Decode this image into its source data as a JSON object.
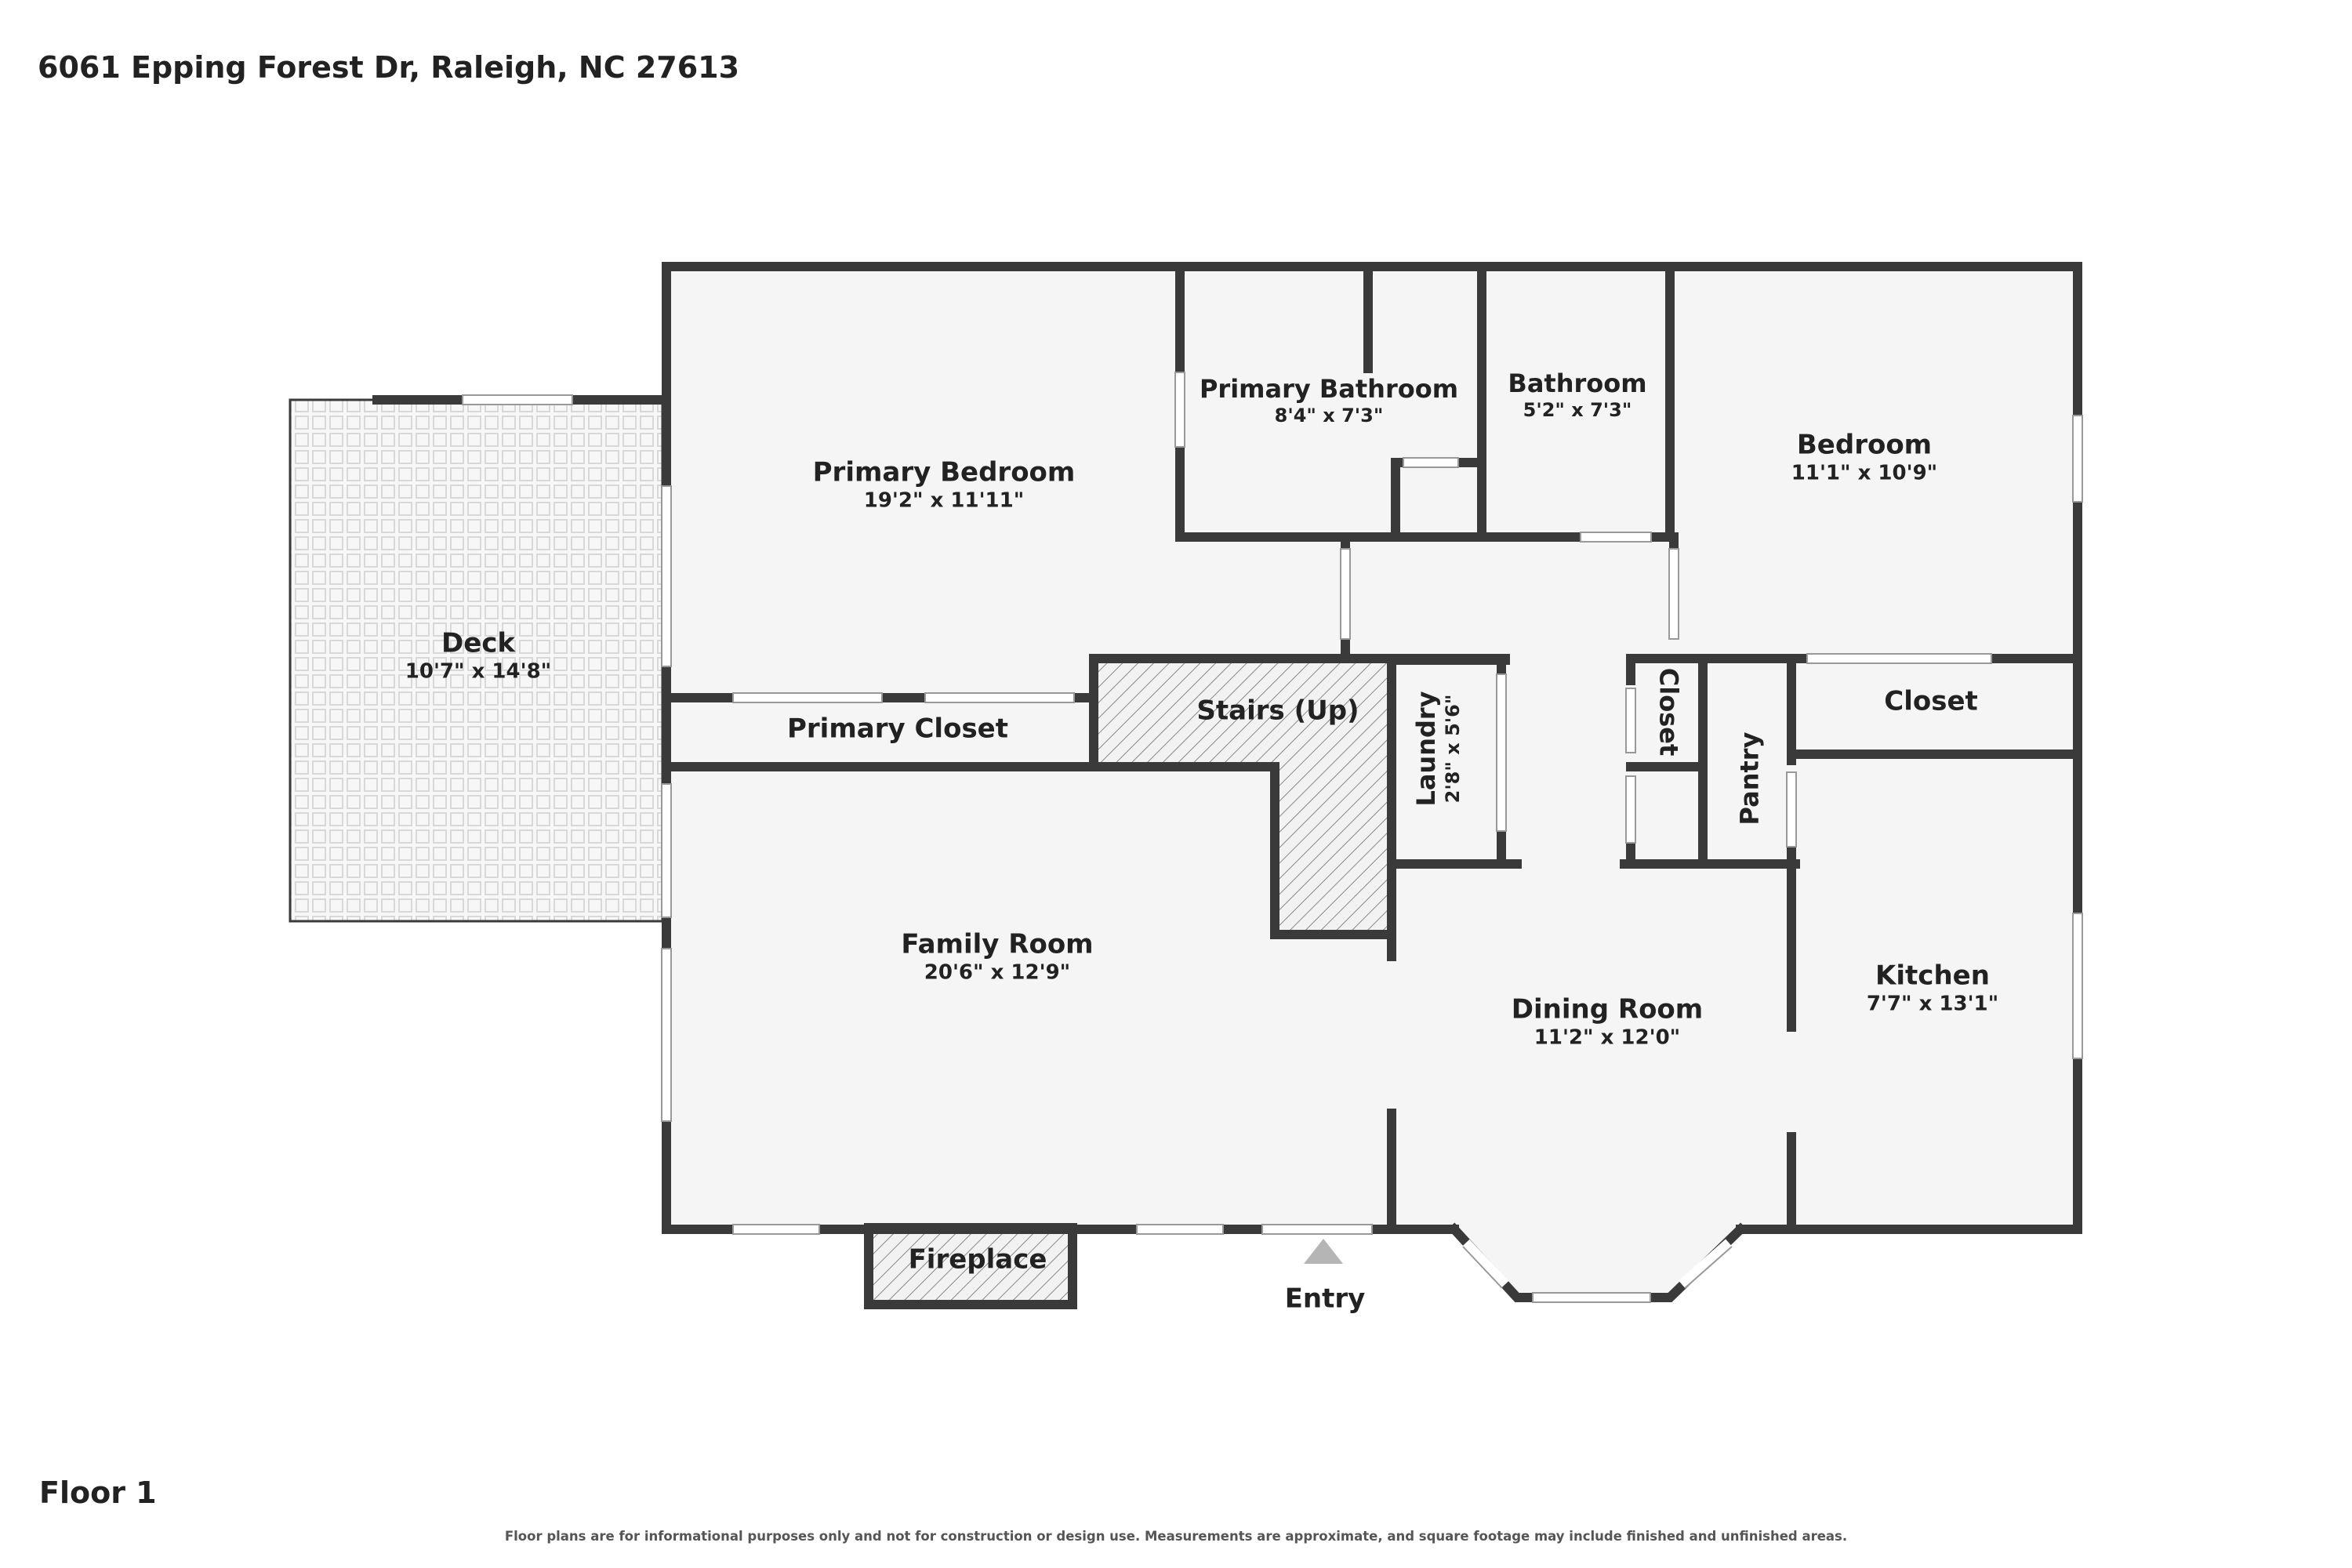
{
  "header": {
    "address": "6061 Epping Forest Dr, Raleigh, NC 27613"
  },
  "floor": {
    "label": "Floor 1"
  },
  "footer": {
    "disclaimer": "Floor plans are for informational purposes only and not for construction or design use. Measurements are approximate, and square footage may include finished and unfinished areas."
  },
  "rooms": {
    "primary_bedroom": {
      "name": "Primary Bedroom",
      "dims": "19'2\" x 11'11\""
    },
    "primary_bathroom": {
      "name": "Primary Bathroom",
      "dims": "8'4\" x 7'3\""
    },
    "bathroom": {
      "name": "Bathroom",
      "dims": "5'2\" x 7'3\""
    },
    "bedroom": {
      "name": "Bedroom",
      "dims": "11'1\" x 10'9\""
    },
    "deck": {
      "name": "Deck",
      "dims": "10'7\" x 14'8\""
    },
    "primary_closet": {
      "name": "Primary Closet"
    },
    "stairs": {
      "name": "Stairs (Up)"
    },
    "laundry": {
      "name": "Laundry",
      "dims": "2'8\" x 5'6\""
    },
    "hall_closet": {
      "name": "Closet"
    },
    "pantry": {
      "name": "Pantry"
    },
    "bedroom_closet": {
      "name": "Closet"
    },
    "family_room": {
      "name": "Family Room",
      "dims": "20'6\" x 12'9\""
    },
    "dining_room": {
      "name": "Dining Room",
      "dims": "11'2\" x 12'0\""
    },
    "kitchen": {
      "name": "Kitchen",
      "dims": "7'7\" x 13'1\""
    },
    "fireplace": {
      "name": "Fireplace"
    },
    "entry": {
      "name": "Entry"
    }
  },
  "colors": {
    "wall": "#3a3a3a",
    "floor": "#f5f5f5",
    "hatch": "#777777",
    "deck_grid": "#d8d8d8"
  }
}
